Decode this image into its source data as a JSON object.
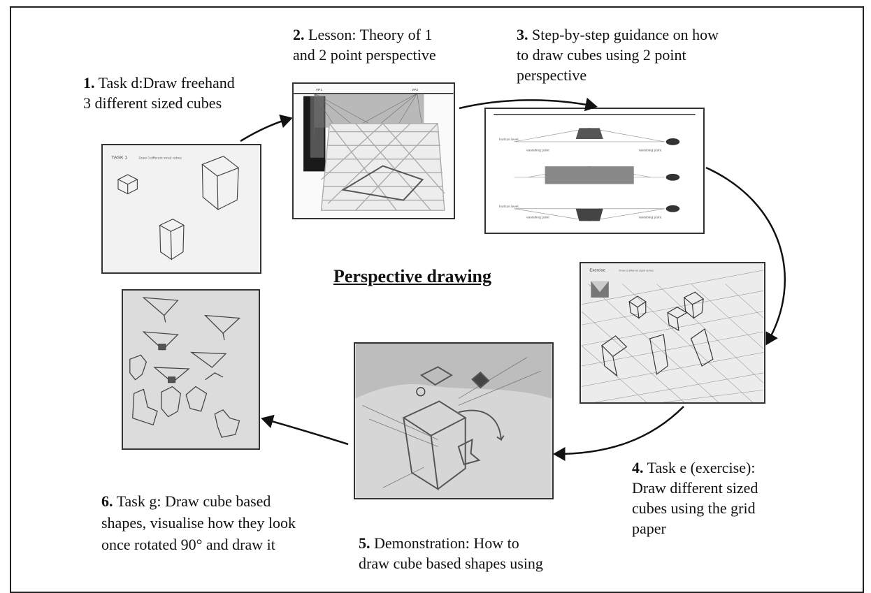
{
  "title": "Perspective drawing",
  "steps": [
    {
      "num": "1.",
      "lines": [
        "Task d:Draw freehand",
        "3 different sized cubes"
      ]
    },
    {
      "num": "2.",
      "lines": [
        "Lesson: Theory of 1",
        "and 2 point perspective"
      ]
    },
    {
      "num": "3.",
      "lines": [
        "Step-by-step guidance on how",
        "to draw cubes using 2 point",
        "perspective"
      ]
    },
    {
      "num": "4.",
      "lines": [
        "Task e (exercise):",
        "Draw different sized",
        "cubes using the grid",
        "paper"
      ]
    },
    {
      "num": "5.",
      "lines": [
        "Demonstration: How to",
        "draw cube based shapes using"
      ]
    },
    {
      "num": "6.",
      "lines": [
        "Task g: Draw cube based",
        "shapes, visualise how they look",
        "once rotated 90° and draw it"
      ]
    }
  ],
  "thumb_text": {
    "task1": "TASK 1",
    "task1_sub": "Draw 3 different sized cubes",
    "exercise": "Exercise",
    "exercise_sub": "Draw 3 different sized cubes",
    "horizon": "horizon level",
    "vanishing": "vanishing point",
    "vp": "VP1",
    "vp2": "VP2"
  }
}
